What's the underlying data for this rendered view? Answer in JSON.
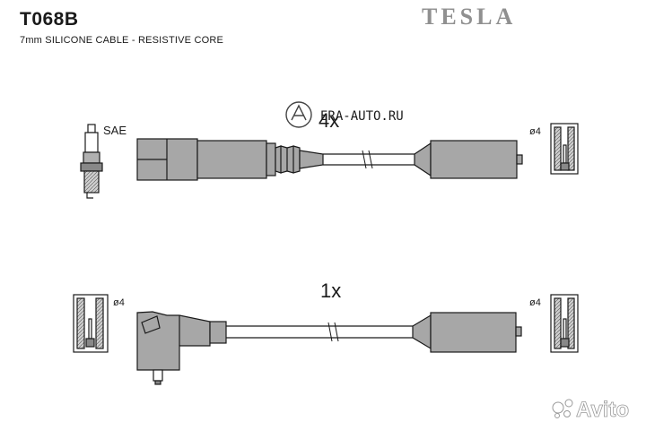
{
  "header": {
    "part_code": "T068B",
    "subtitle": "7mm SILICONE CABLE - RESISTIVE CORE",
    "brand": "TESLA"
  },
  "labels": {
    "spark_plug_type": "SAE",
    "watermark_site": "ERA-AUTO.RU",
    "quantity_top": "4x",
    "quantity_bottom": "1x",
    "terminal_diameter": "ø4"
  },
  "overlay": {
    "avito_logo_text": "Avito"
  },
  "colors": {
    "connector_fill": "#a7a7a7",
    "stroke": "#1a1a1a",
    "brand": "#909090"
  }
}
